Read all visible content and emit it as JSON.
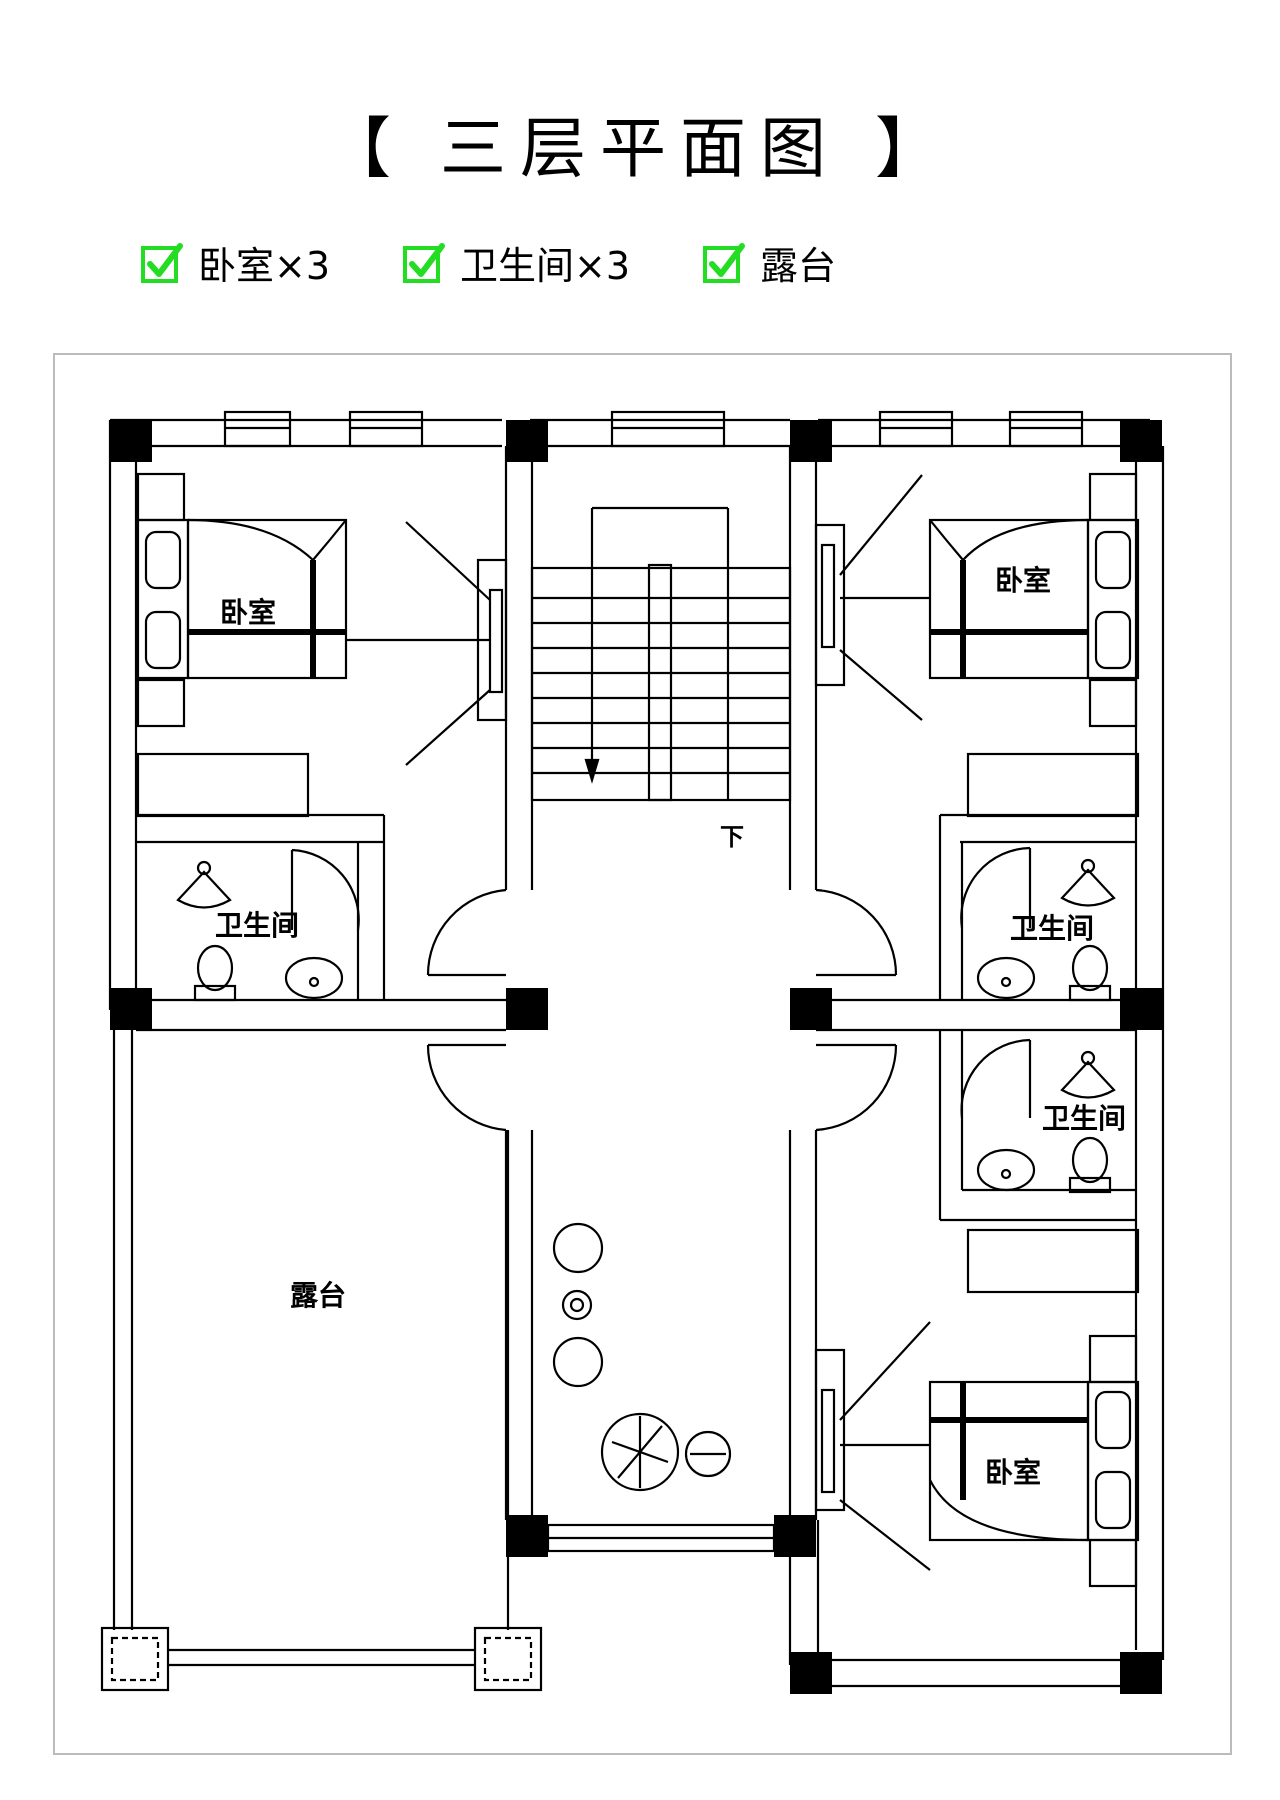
{
  "header": {
    "title": "【 三层平面图 】"
  },
  "legend": [
    {
      "label": "卧室×3"
    },
    {
      "label": "卫生间×3"
    },
    {
      "label": "露台"
    }
  ],
  "rooms": {
    "bedroom_nw": "卧室",
    "bedroom_ne": "卧室",
    "bedroom_se": "卧室",
    "bath_w": "卫生间",
    "bath_ne": "卫生间",
    "bath_e": "卫生间",
    "terrace": "露台",
    "stair_down": "下"
  },
  "colors": {
    "check": "#22dd22",
    "line": "#000000"
  }
}
